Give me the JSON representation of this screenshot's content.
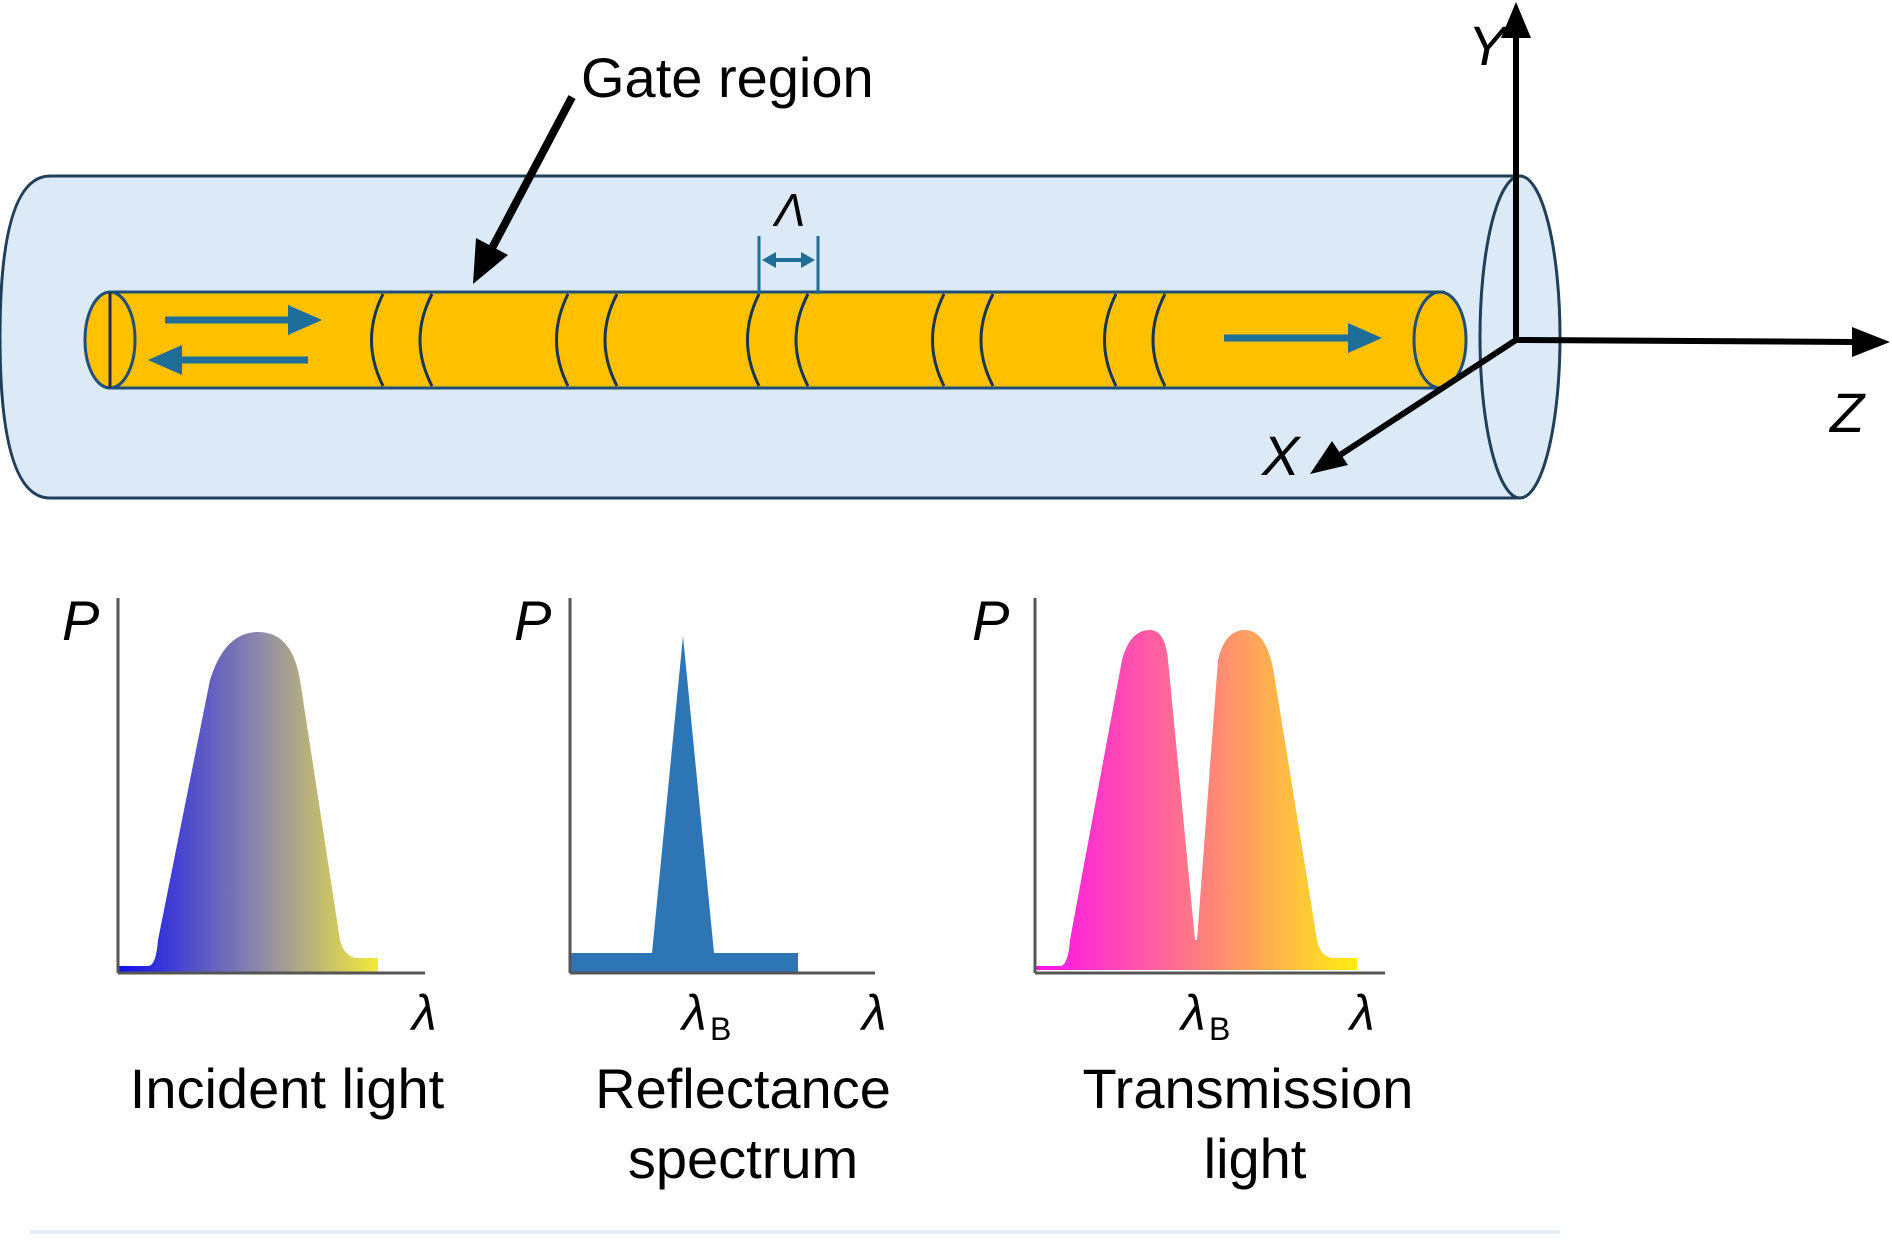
{
  "colors": {
    "cladding": "#dce9f6",
    "cladding_stroke": "#1f3f5a",
    "core": "#ffc000",
    "core_stroke": "#1f4e79",
    "accent": "#1f6e99",
    "reflect": "#2e75b6",
    "incident_start": "#1010ee",
    "incident_end": "#f2ea3a",
    "transmit_start": "#ff10ee",
    "transmit_end": "#ffee10"
  },
  "labels": {
    "gate_region": "Gate region",
    "period": "Λ",
    "axis_y": "Y",
    "axis_z": "Z",
    "axis_x": "X"
  },
  "spectra": [
    {
      "id": "incident",
      "p_label": "P",
      "lambda_label": "λ",
      "lambda_b": "",
      "caption_line1": "Incident light",
      "caption_line2": ""
    },
    {
      "id": "reflectance",
      "p_label": "P",
      "lambda_label": "λ",
      "lambda_b": "λ",
      "lambda_b_sub": "B",
      "caption_line1": "Reflectance",
      "caption_line2": "spectrum"
    },
    {
      "id": "transmission",
      "p_label": "P",
      "lambda_label": "λ",
      "lambda_b": "λ",
      "lambda_b_sub": "B",
      "caption_line1": "Transmission",
      "caption_line2": "light"
    }
  ]
}
